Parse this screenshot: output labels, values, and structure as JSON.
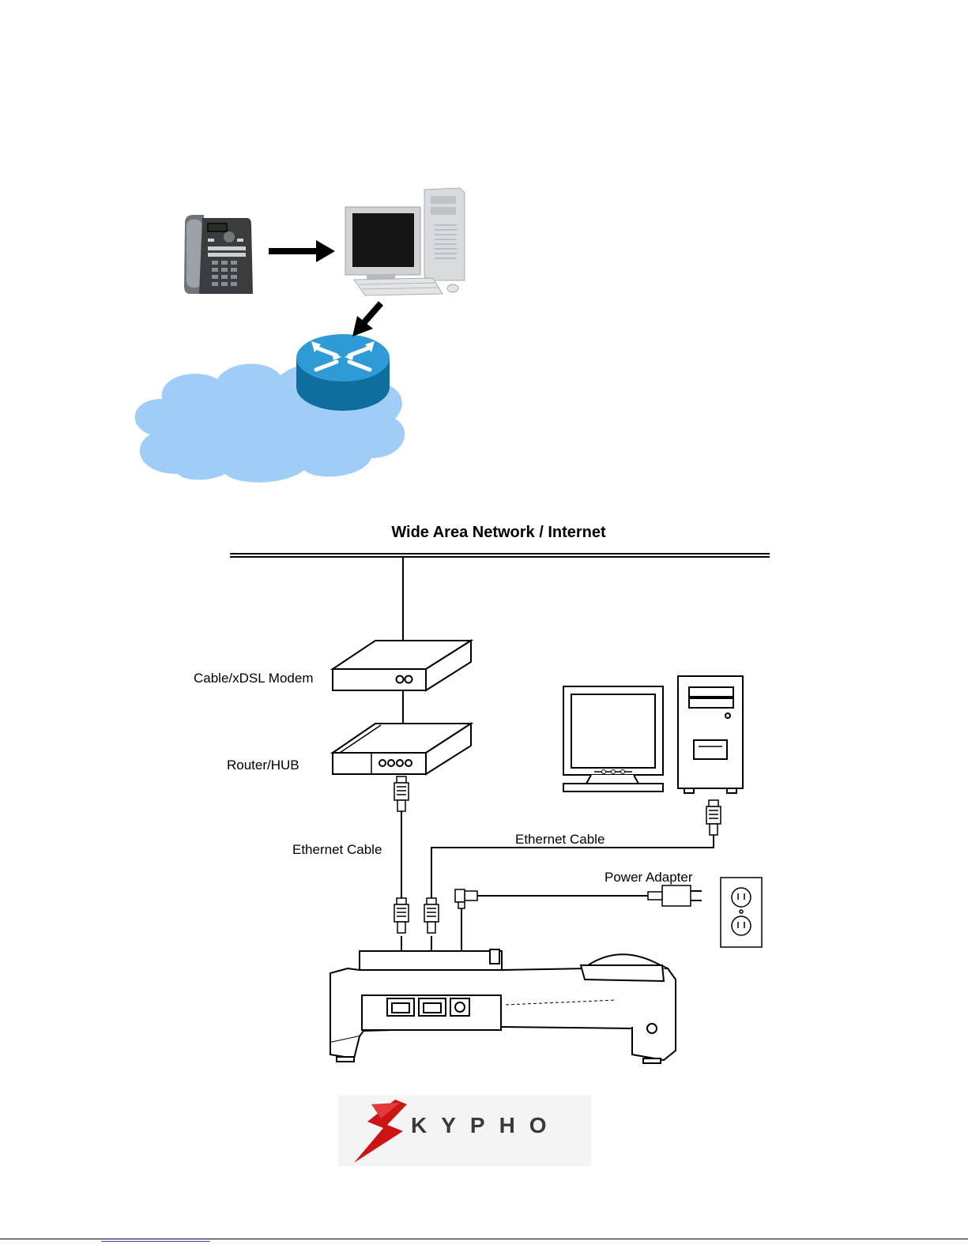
{
  "diagram": {
    "wan_label": "Wide Area Network / Internet",
    "modem_label": "Cable/xDSL Modem",
    "router_label": "Router/HUB",
    "ethernet_cable_left": "Ethernet Cable",
    "ethernet_cable_right": "Ethernet Cable",
    "power_adapter_label": "Power Adapter"
  },
  "logo": {
    "text": "KYPHO"
  },
  "icons": [
    "ip-phone-icon",
    "desktop-computer-icon",
    "router-icon",
    "internet-cloud-icon",
    "modem-icon",
    "hub-icon",
    "monitor-icon",
    "pc-tower-icon",
    "rj45-connector-icon",
    "power-adapter-icon",
    "wall-outlet-icon",
    "phone-base-icon",
    "skypho-logo-icon"
  ],
  "colors": {
    "cloud": "#99ccff",
    "router": "#1f8fcc",
    "logo_red": "#d01818"
  }
}
